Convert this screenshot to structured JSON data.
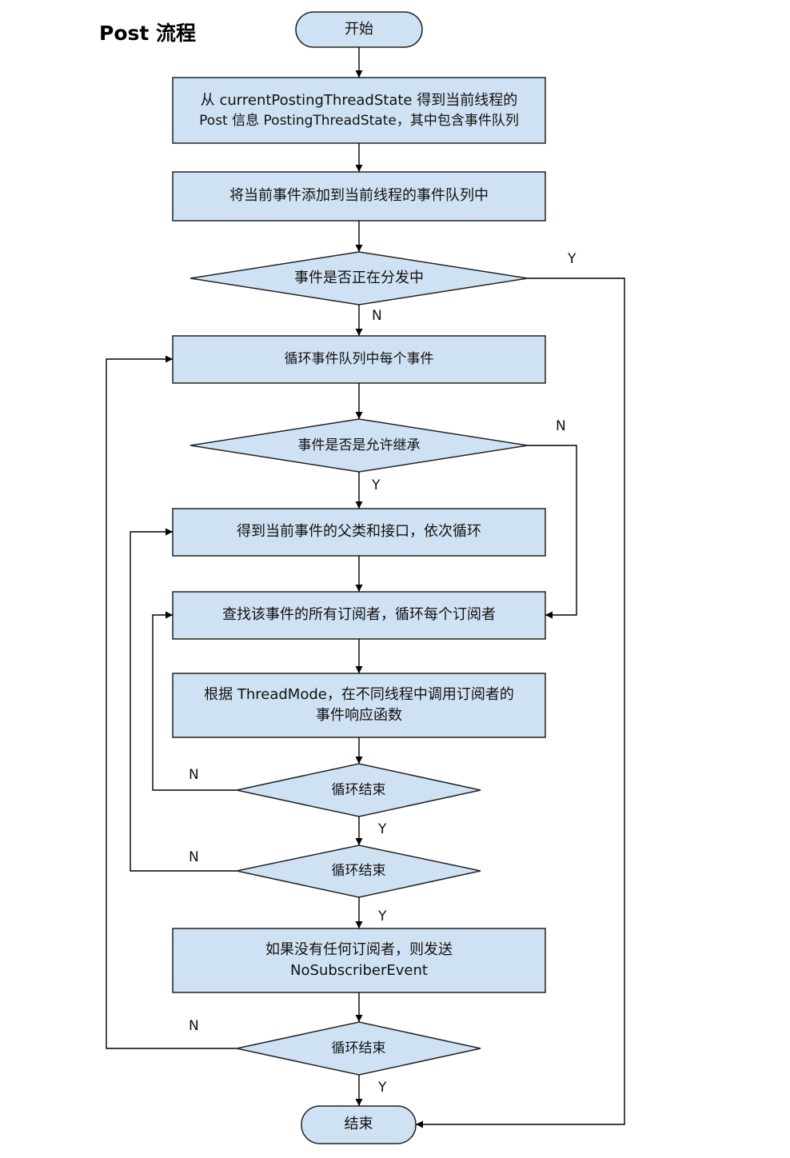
{
  "title": "Post 流程",
  "colors": {
    "fill": "#cfe2f3",
    "stroke": "#222222",
    "line": "#000000"
  },
  "nodes": {
    "start": "开始",
    "get_state_line1": "从 currentPostingThreadState 得到当前线程的",
    "get_state_line2": "Post 信息 PostingThreadState，其中包含事件队列",
    "enqueue": "将当前事件添加到当前线程的事件队列中",
    "is_posting": "事件是否正在分发中",
    "loop_queue": "循环事件队列中每个事件",
    "inheritance": "事件是否是允许继承",
    "get_supertypes": "得到当前事件的父类和接口，依次循环",
    "find_subscribers": "查找该事件的所有订阅者，循环每个订阅者",
    "invoke_line1": "根据 ThreadMode，在不同线程中调用订阅者的",
    "invoke_line2": "事件响应函数",
    "loop_end_1": "循环结束",
    "loop_end_2": "循环结束",
    "no_subscriber_line1": "如果没有任何订阅者，则发送",
    "no_subscriber_line2": "NoSubscriberEvent",
    "loop_end_3": "循环结束",
    "end": "结束"
  },
  "edge_labels": {
    "posting_yes": "Y",
    "posting_no": "N",
    "inherit_no": "N",
    "inherit_yes": "Y",
    "loop1_no": "N",
    "loop1_yes": "Y",
    "loop2_no": "N",
    "loop2_yes": "Y",
    "loop3_no": "N",
    "loop3_yes": "Y"
  }
}
